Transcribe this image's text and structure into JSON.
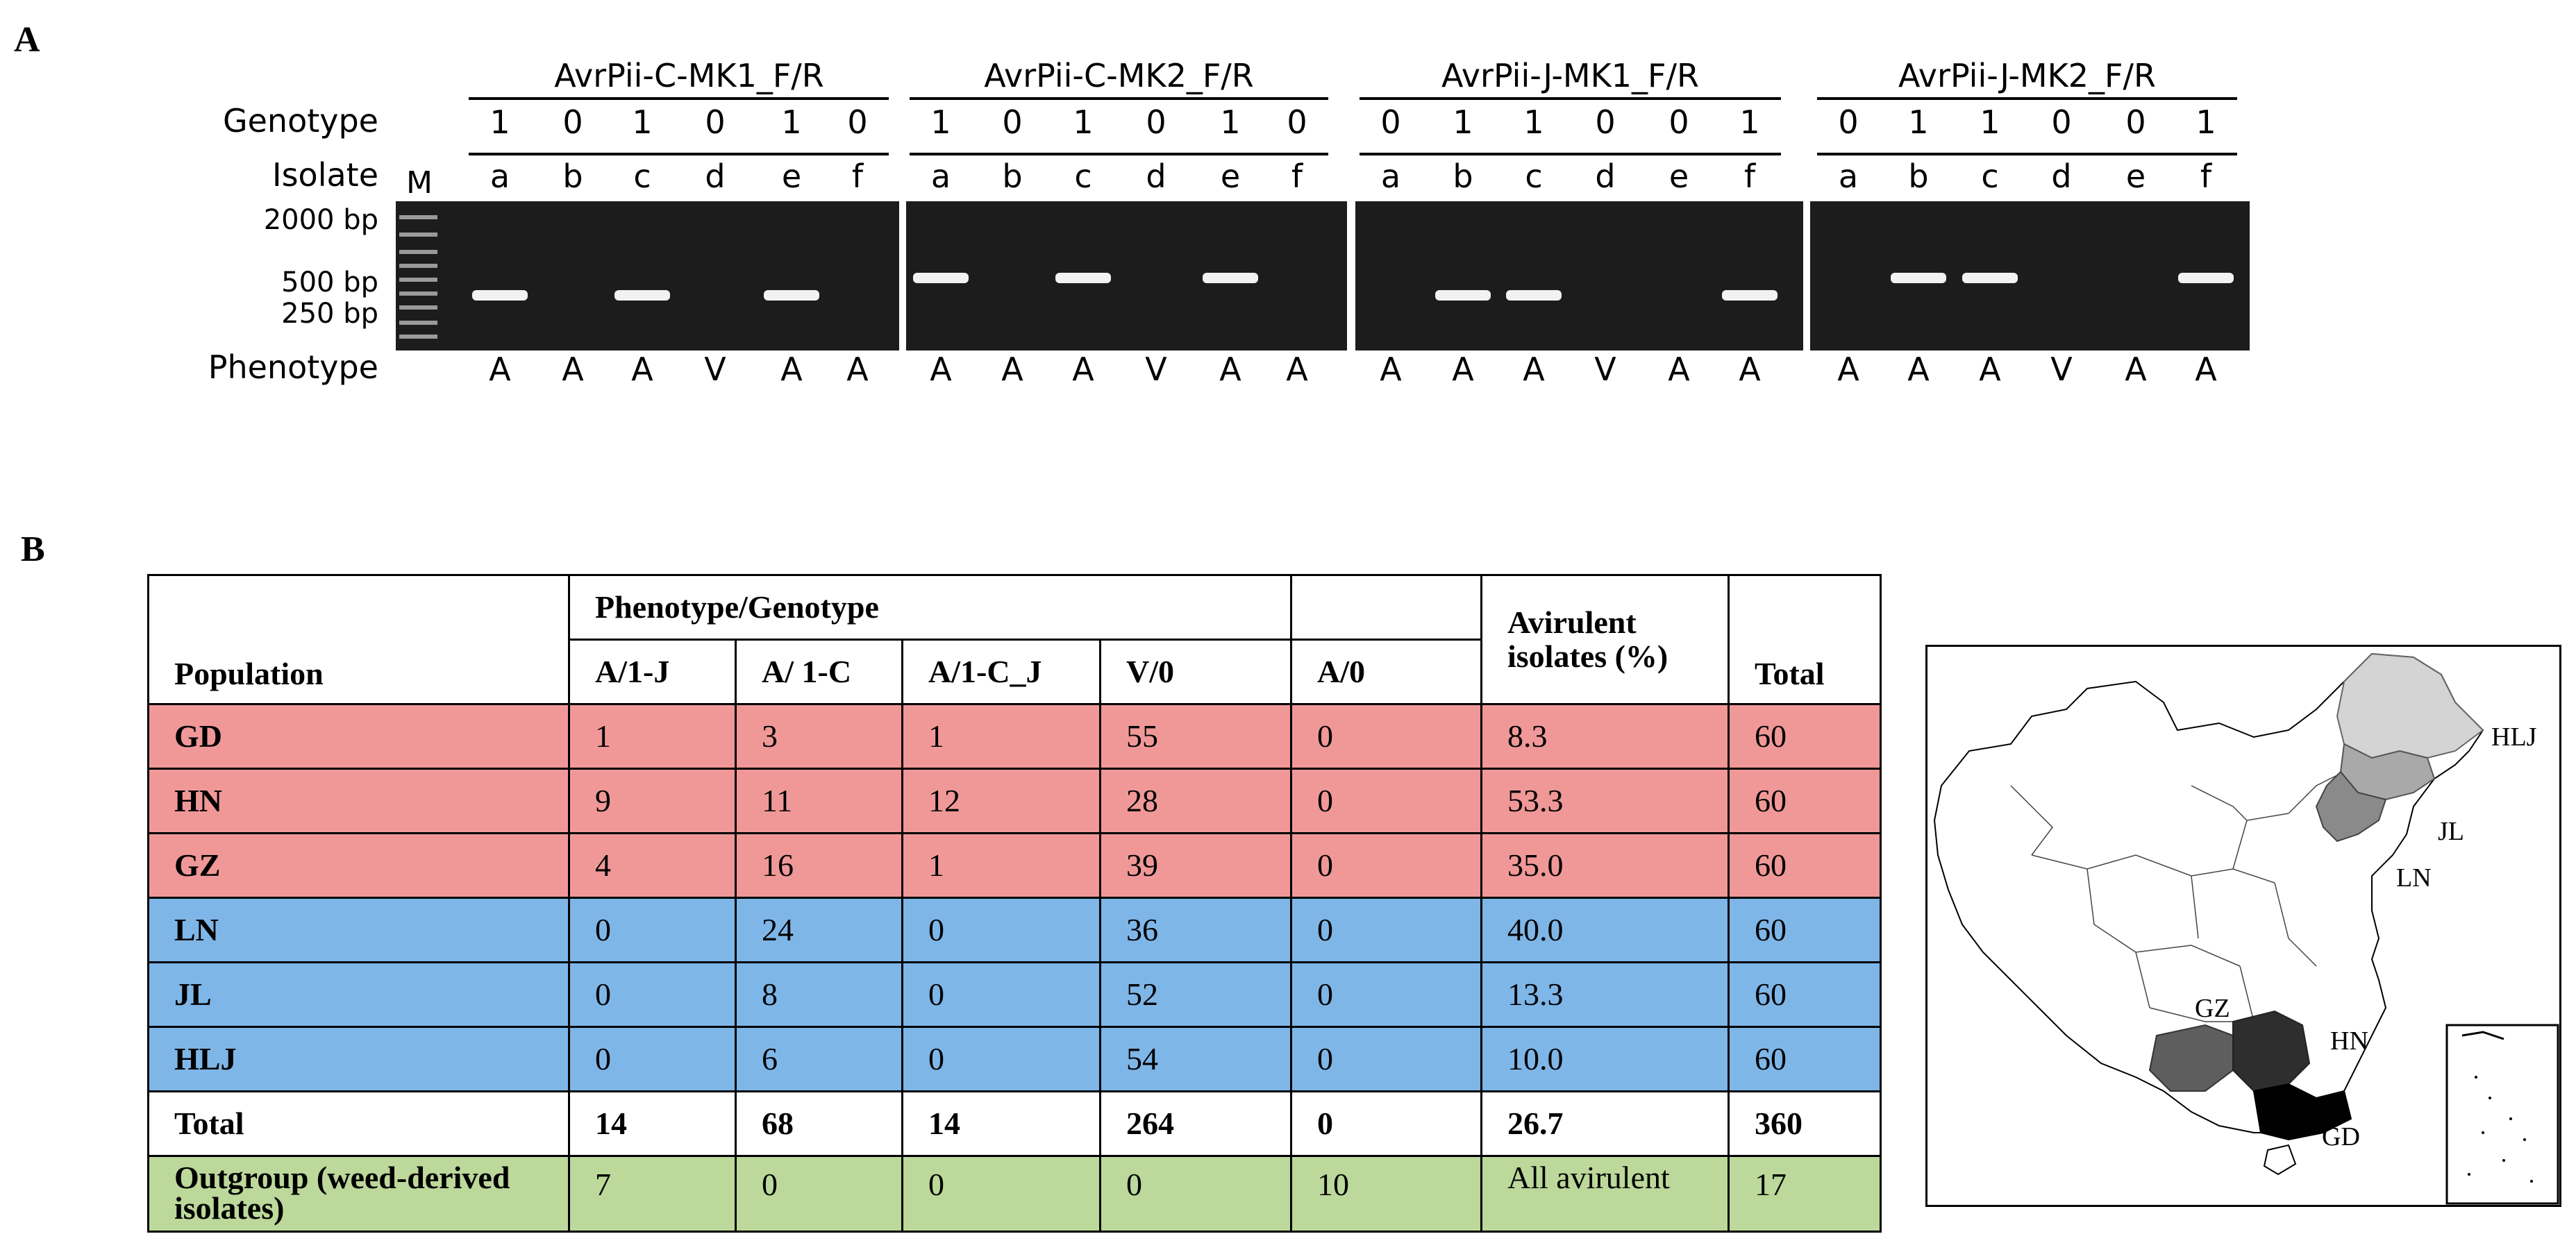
{
  "panel_a": {
    "letter": "A",
    "row_labels": {
      "genotype": "Genotype",
      "isolate": "Isolate",
      "phenotype": "Phenotype",
      "marker": "M"
    },
    "ladder_labels": [
      "2000 bp",
      "500 bp",
      "250 bp"
    ],
    "gels": [
      {
        "title": "AvrPii-C-MK1_F/R",
        "genotype": [
          "1",
          "0",
          "1",
          "0",
          "1",
          "0"
        ],
        "isolate": [
          "a",
          "b",
          "c",
          "d",
          "e",
          "f"
        ],
        "phenotype": [
          "A",
          "A",
          "A",
          "V",
          "A",
          "A"
        ]
      },
      {
        "title": "AvrPii-C-MK2_F/R",
        "genotype": [
          "1",
          "0",
          "1",
          "0",
          "1",
          "0"
        ],
        "isolate": [
          "a",
          "b",
          "c",
          "d",
          "e",
          "f"
        ],
        "phenotype": [
          "A",
          "A",
          "A",
          "V",
          "A",
          "A"
        ]
      },
      {
        "title": "AvrPii-J-MK1_F/R",
        "genotype": [
          "0",
          "1",
          "1",
          "0",
          "0",
          "1"
        ],
        "isolate": [
          "a",
          "b",
          "c",
          "d",
          "e",
          "f"
        ],
        "phenotype": [
          "A",
          "A",
          "A",
          "V",
          "A",
          "A"
        ]
      },
      {
        "title": "AvrPii-J-MK2_F/R",
        "genotype": [
          "0",
          "1",
          "1",
          "0",
          "0",
          "1"
        ],
        "isolate": [
          "a",
          "b",
          "c",
          "d",
          "e",
          "f"
        ],
        "phenotype": [
          "A",
          "A",
          "A",
          "V",
          "A",
          "A"
        ]
      }
    ]
  },
  "panel_b": {
    "letter": "B",
    "table": {
      "population_header": "Population",
      "group_header": "Phenotype/Genotype",
      "sub_headers": [
        "A/1-J",
        "A/ 1-C",
        "A/1-C_J",
        "V/0",
        "A/0"
      ],
      "avirulent_header": "Avirulent isolates (%)",
      "total_header": "Total",
      "rows": [
        {
          "pop": "GD",
          "cells": [
            "1",
            "3",
            "1",
            "55",
            "0",
            "8.3",
            "60"
          ]
        },
        {
          "pop": "HN",
          "cells": [
            "9",
            "11",
            "12",
            "28",
            "0",
            "53.3",
            "60"
          ]
        },
        {
          "pop": "GZ",
          "cells": [
            "4",
            "16",
            "1",
            "39",
            "0",
            "35.0",
            "60"
          ]
        },
        {
          "pop": "LN",
          "cells": [
            "0",
            "24",
            "0",
            "36",
            "0",
            "40.0",
            "60"
          ]
        },
        {
          "pop": "JL",
          "cells": [
            "0",
            "8",
            "0",
            "52",
            "0",
            "13.3",
            "60"
          ]
        },
        {
          "pop": "HLJ",
          "cells": [
            "0",
            "6",
            "0",
            "54",
            "0",
            "10.0",
            "60"
          ]
        }
      ],
      "total_row": {
        "pop": "Total",
        "cells": [
          "14",
          "68",
          "14",
          "264",
          "0",
          "26.7",
          "360"
        ]
      },
      "outgroup_row": {
        "pop": "Outgroup (weed-derived isolates)",
        "cells": [
          "7",
          "0",
          "0",
          "0",
          "10",
          "All avirulent",
          "17"
        ]
      }
    },
    "map_labels": {
      "hlj": "HLJ",
      "jl": "JL",
      "ln": "LN",
      "gz": "GZ",
      "hn": "HN",
      "gd": "GD"
    },
    "colors": {
      "south": "#f09898",
      "north": "#7fb6e8",
      "outgroup": "#bcd89a",
      "gd": "#000000",
      "hn": "#2e2e2e",
      "gz": "#5e5e5e",
      "ln": "#8a8a8a",
      "jl": "#a9a9a9",
      "hlj": "#d4d4d4"
    }
  }
}
